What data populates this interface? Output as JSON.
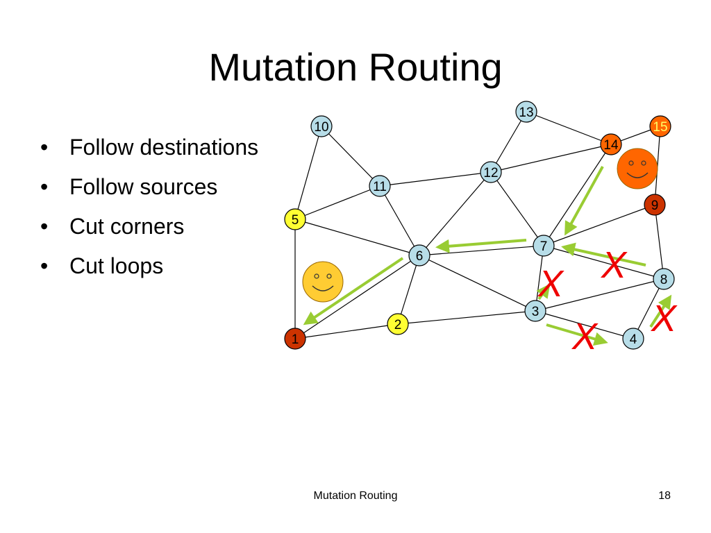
{
  "slide": {
    "title": "Mutation Routing",
    "bullets": [
      {
        "text": "Follow destinations"
      },
      {
        "text": "Follow sources"
      },
      {
        "text": "Cut corners"
      },
      {
        "text": "Cut loops"
      }
    ],
    "footer_title": "Mutation Routing",
    "page_number": "18"
  },
  "colors": {
    "node_default": "#b7dde8",
    "node_yellow": "#ffff33",
    "node_red": "#cc3300",
    "node_orange": "#ff6600",
    "edge": "#000000",
    "arrow": "#99cc33",
    "cross": "#ee0000",
    "smiley_yellow": "#ffcc33",
    "smiley_orange": "#ff6600"
  },
  "graph": {
    "nodes": [
      {
        "id": "1",
        "label": "1",
        "fill": "red",
        "text_color": "#000000"
      },
      {
        "id": "2",
        "label": "2",
        "fill": "yellow",
        "text_color": "#000000"
      },
      {
        "id": "3",
        "label": "3",
        "fill": "default",
        "text_color": "#000000"
      },
      {
        "id": "4",
        "label": "4",
        "fill": "default",
        "text_color": "#000000"
      },
      {
        "id": "5",
        "label": "5",
        "fill": "yellow",
        "text_color": "#000000"
      },
      {
        "id": "6",
        "label": "6",
        "fill": "default",
        "text_color": "#000000"
      },
      {
        "id": "7",
        "label": "7",
        "fill": "default",
        "text_color": "#000000"
      },
      {
        "id": "8",
        "label": "8",
        "fill": "default",
        "text_color": "#000000"
      },
      {
        "id": "9",
        "label": "9",
        "fill": "red",
        "text_color": "#000000"
      },
      {
        "id": "10",
        "label": "10",
        "fill": "default",
        "text_color": "#000000"
      },
      {
        "id": "11",
        "label": "11",
        "fill": "default",
        "text_color": "#000000"
      },
      {
        "id": "12",
        "label": "12",
        "fill": "default",
        "text_color": "#000000"
      },
      {
        "id": "13",
        "label": "13",
        "fill": "default",
        "text_color": "#000000"
      },
      {
        "id": "14",
        "label": "14",
        "fill": "orange",
        "text_color": "#000000"
      },
      {
        "id": "15",
        "label": "15",
        "fill": "orange",
        "text_color": "#ffff66"
      }
    ],
    "edges": [
      [
        "10",
        "5"
      ],
      [
        "10",
        "11"
      ],
      [
        "11",
        "5"
      ],
      [
        "11",
        "12"
      ],
      [
        "11",
        "6"
      ],
      [
        "5",
        "6"
      ],
      [
        "5",
        "1"
      ],
      [
        "6",
        "1"
      ],
      [
        "6",
        "2"
      ],
      [
        "6",
        "3"
      ],
      [
        "6",
        "12"
      ],
      [
        "6",
        "7"
      ],
      [
        "12",
        "13"
      ],
      [
        "12",
        "14"
      ],
      [
        "12",
        "7"
      ],
      [
        "13",
        "14"
      ],
      [
        "14",
        "15"
      ],
      [
        "14",
        "7"
      ],
      [
        "15",
        "9"
      ],
      [
        "7",
        "9"
      ],
      [
        "7",
        "8"
      ],
      [
        "7",
        "3"
      ],
      [
        "1",
        "2"
      ],
      [
        "2",
        "3"
      ],
      [
        "3",
        "8"
      ],
      [
        "3",
        "4"
      ],
      [
        "9",
        "8"
      ],
      [
        "8",
        "4"
      ]
    ],
    "cross_marks": [
      {
        "text": "X"
      },
      {
        "text": "X"
      },
      {
        "text": "X"
      },
      {
        "text": "X"
      }
    ],
    "smileys": [
      {
        "name": "yellow"
      },
      {
        "name": "orange"
      }
    ]
  }
}
